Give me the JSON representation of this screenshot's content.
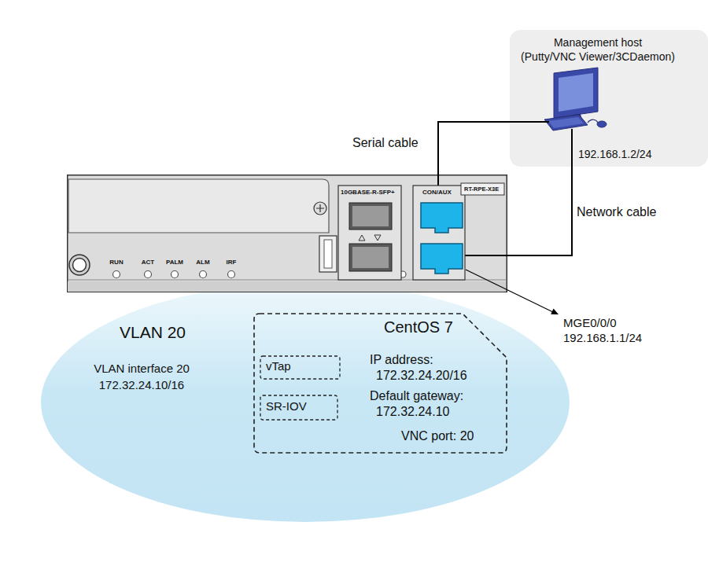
{
  "diagram": {
    "nodes": [
      {
        "text": [
          "Management host",
          "(Putty/VNC Viewer/3CDaemon)",
          "192.168.1.2/24"
        ]
      },
      {
        "text": [
          "10GBASE-R-SFP+",
          "CON/AUX",
          "RT-RPE-X3E",
          "RUN",
          "ACT",
          "PALM",
          "ALM",
          "IRF"
        ]
      },
      {
        "text": [
          "VLAN 20",
          "VLAN interface 20",
          "172.32.24.10/16"
        ]
      },
      {
        "text": [
          "CentOS 7",
          "IP address:",
          "172.32.24.20/16",
          "Default gateway:",
          "172.32.24.10",
          "VNC port: 20"
        ],
        "in": 2
      },
      {
        "text": [
          "vTap"
        ],
        "in": 3
      },
      {
        "text": [
          "SR-IOV"
        ],
        "in": 3
      }
    ],
    "edges": [
      {
        "from": 0,
        "to": 1,
        "arrow": "none",
        "label": "Serial cable"
      },
      {
        "from": 0,
        "to": 1,
        "arrow": "none",
        "label": "Network cable"
      }
    ],
    "labels": [
      "MGE0/0/0",
      "192.168.1.1/24"
    ]
  }
}
